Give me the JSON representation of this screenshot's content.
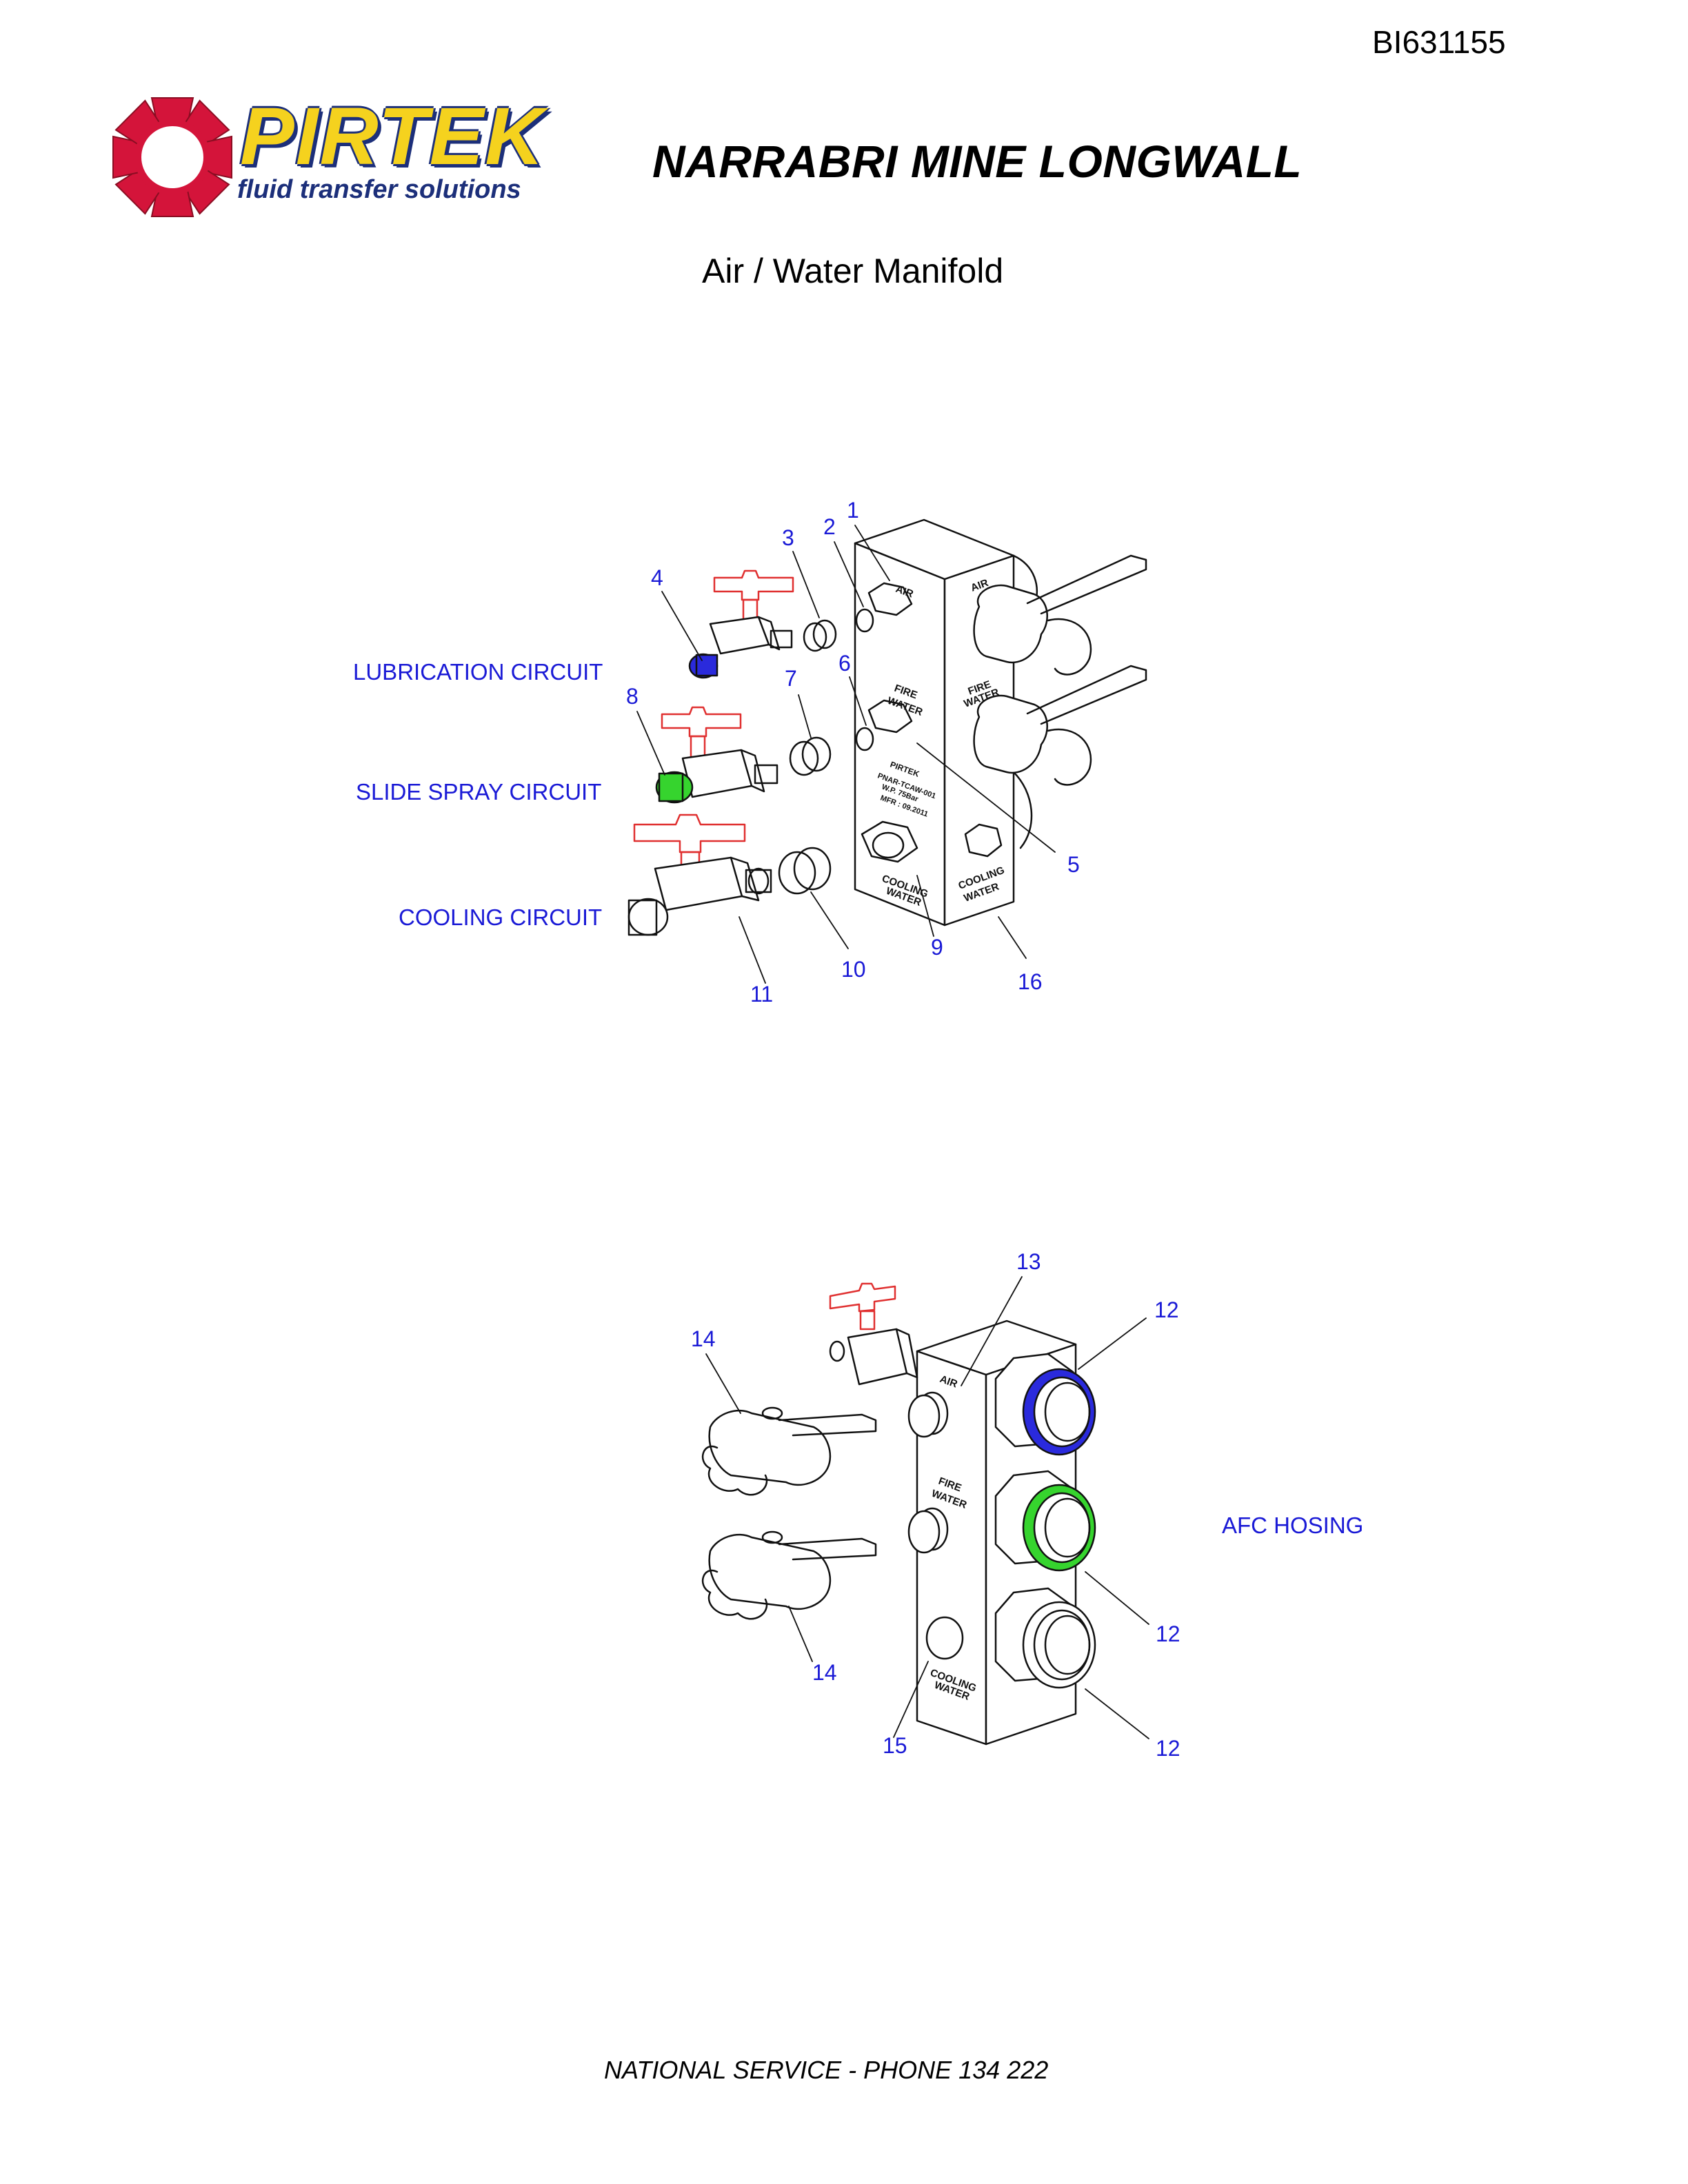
{
  "header": {
    "doc_id": "BI631155",
    "title": "NARRABRI MINE LONGWALL",
    "subtitle": "Air / Water Manifold"
  },
  "logo": {
    "brand": "PIRTEK",
    "tagline": "fluid transfer solutions",
    "colors": {
      "gear": "#d4143a",
      "wordmark": "#f5d21e",
      "outline": "#1c2f7a"
    }
  },
  "diagram1": {
    "circuit_labels": {
      "lubrication": "LUBRICATION CIRCUIT",
      "slide_spray": "SLIDE SPRAY CIRCUIT",
      "cooling": "COOLING CIRCUIT"
    },
    "block_text": {
      "air": "AIR",
      "fire": "FIRE",
      "water": "WATER",
      "cooling": "COOLING",
      "pirtek": "PIRTEK",
      "part": "PNAR-TCAW-001",
      "wp": "W.P. 75Bar",
      "mfr": "MFR : 09.2011"
    },
    "callouts": {
      "n1": "1",
      "n2": "2",
      "n3": "3",
      "n4": "4",
      "n5": "5",
      "n6": "6",
      "n7": "7",
      "n8": "8",
      "n9": "9",
      "n10": "10",
      "n11": "11",
      "n16": "16"
    }
  },
  "diagram2": {
    "label": "AFC HOSING",
    "block_text": {
      "air": "AIR",
      "fire": "FIRE",
      "water": "WATER",
      "cooling": "COOLING"
    },
    "callouts": {
      "n12a": "12",
      "n12b": "12",
      "n12c": "12",
      "n13": "13",
      "n14a": "14",
      "n14b": "14",
      "n15": "15"
    }
  },
  "colors": {
    "callout_text": "#1a1ad6",
    "handle_red": "#e03030",
    "fitting_blue": "#2a2adc",
    "fitting_green": "#36d42e",
    "line": "#111111"
  },
  "footer": "NATIONAL SERVICE - PHONE 134 222"
}
